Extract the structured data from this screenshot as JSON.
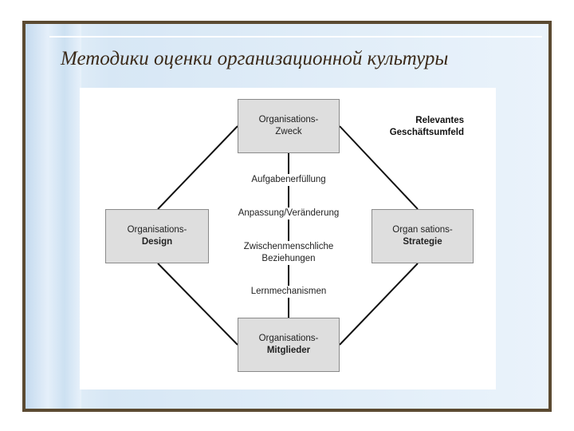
{
  "slide": {
    "title": "Методики оценки организационной культуры"
  },
  "diagram": {
    "top_box": {
      "line1": "Organisations-",
      "line2": "Zweck"
    },
    "left_box": {
      "line1": "Organisations-",
      "line2": "Design"
    },
    "right_box": {
      "line1": "Organ sations-",
      "line2": "Strategie"
    },
    "bottom_box": {
      "line1": "Organisations-",
      "line2": "Mitglieder"
    },
    "environment": {
      "line1": "Relevantes",
      "line2": "Geschäftsumfeld"
    },
    "labels": {
      "l1": "Aufgabenerfüllung",
      "l2": "Anpassung/Veränderung",
      "l3a": "Zwischenmenschliche",
      "l3b": "Beziehungen",
      "l4": "Lernmechanismen"
    },
    "colors": {
      "box_fill": "#dedede",
      "line": "#111111",
      "frame": "#5b4a31"
    }
  }
}
